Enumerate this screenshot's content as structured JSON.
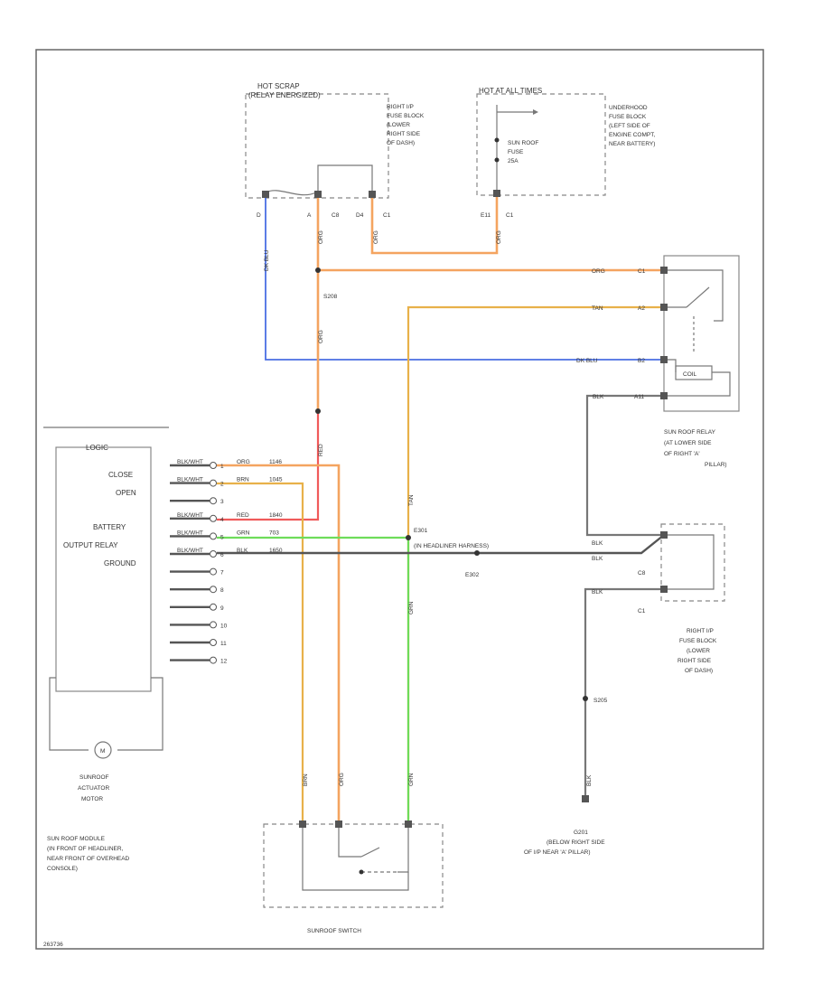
{
  "hot_strap": {
    "line1": "HOT SCRAP",
    "line2": "(RELAY ENERGIZED)"
  },
  "fuse_block_top_desc": [
    "RIGHT I/P",
    "FUSE BLOCK",
    "(LOWER",
    "RIGHT SIDE",
    "OF DASH)"
  ],
  "hot_at_all_times": "HOT AT ALL TIMES",
  "sunroof_fuse": [
    "SUN ROOF",
    "FUSE",
    "25A"
  ],
  "underhood_desc": [
    "UNDERHOOD",
    "FUSE BLOCK",
    "(LEFT SIDE OF",
    "ENGINE COMPT,",
    "NEAR BATTERY)"
  ],
  "top_pins": [
    "D",
    "A",
    "C8",
    "D4",
    "C1",
    "E11",
    "C1"
  ],
  "splice_s208": "S208",
  "relay_wire_labels": [
    "ORG",
    "TAN",
    "DK BLU",
    "BLK"
  ],
  "relay_pins": [
    "C1",
    "A2",
    "B2",
    "A11"
  ],
  "coil_label": "COIL",
  "relay_desc": [
    "SUN ROOF RELAY",
    "(AT LOWER SIDE",
    "OF RIGHT 'A'",
    "PILLAR)"
  ],
  "module_logic": "LOGIC",
  "module_labels": [
    "CLOSE",
    "OPEN",
    "BATTERY",
    "OUTPUT RELAY",
    "GROUND"
  ],
  "module_pins": [
    "1",
    "2",
    "3",
    "4",
    "5",
    "6",
    "7",
    "8",
    "9",
    "10",
    "11",
    "12"
  ],
  "module_wire_colors": [
    "ORG",
    "BRN",
    "RED",
    "GRN",
    "BLK"
  ],
  "module_circuits": [
    "1146",
    "1045",
    "1840",
    "703",
    "1650"
  ],
  "module_wire_prefix": "BLK/WHT",
  "splice_e301": [
    "E301",
    "(IN HEADLINER HARNESS)"
  ],
  "splice_e302": "E302",
  "fuse_pins_mid": [
    "C8",
    "C1"
  ],
  "fuse_block_mid_desc": [
    "RIGHT I/P",
    "FUSE BLOCK",
    "(LOWER",
    "RIGHT SIDE",
    "OF DASH)"
  ],
  "splice_s205": "S205",
  "ground_g201": [
    "G201",
    "(BELOW RIGHT SIDE",
    "OF I/P NEAR 'A' PILLAR)"
  ],
  "motor_desc": [
    "SUNROOF",
    "ACTUATOR",
    "MOTOR"
  ],
  "module_desc": [
    "SUN ROOF MODULE",
    "(IN FRONT OF HEADLINER,",
    "NEAR FRONT OF OVERHEAD",
    "CONSOLE)"
  ],
  "switch_label": "SUNROOF SWITCH",
  "vertical_wire_labels": [
    "ORG",
    "RED",
    "TAN",
    "GRN",
    "BRN",
    "ORG",
    "GRN",
    "BLK",
    "DK BLU"
  ],
  "footer_code": "263736"
}
